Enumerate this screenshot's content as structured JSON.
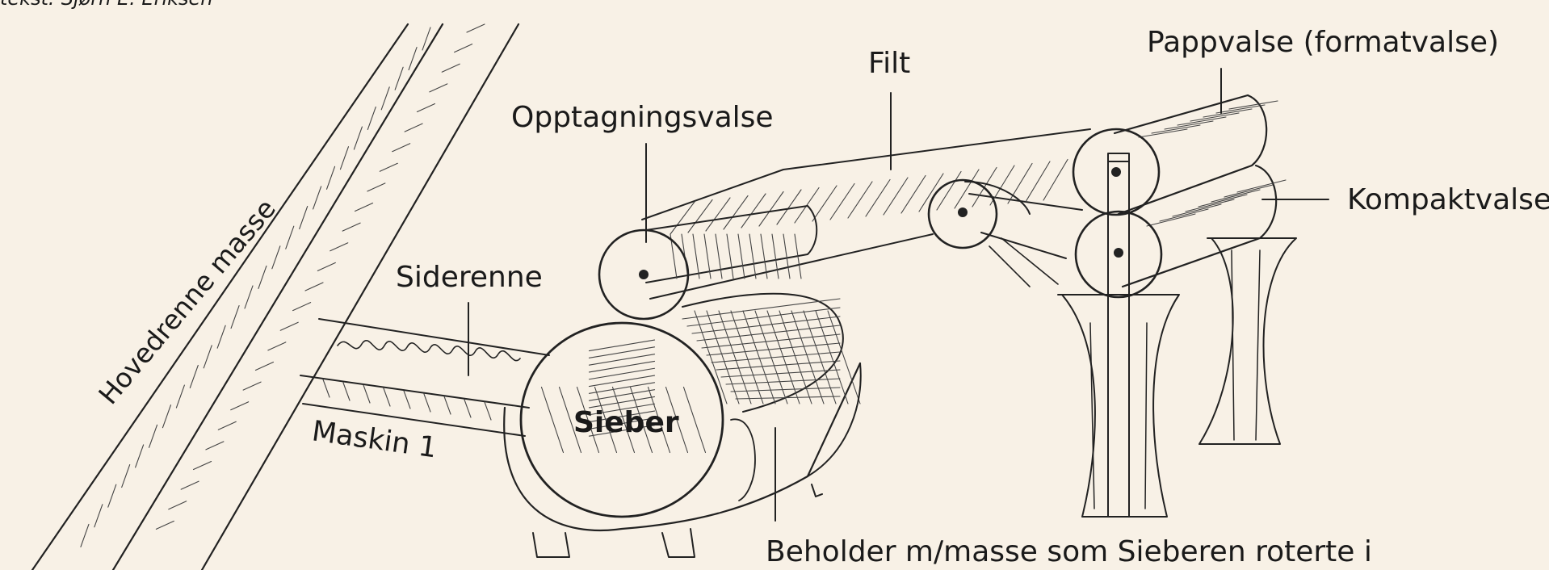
{
  "header_fragment": "tekst: Sjørn E. Eriksen",
  "labels": {
    "hovedrenne": "Hovedrenne masse",
    "siderenne": "Siderenne",
    "maskin": "Maskin 1",
    "opptagningsvalse": "Opptagningsvalse",
    "filt": "Filt",
    "pappvalse": "Pappvalse (formatvalse)",
    "kompaktvalse": "Kompaktvalse",
    "sieber": "Sieber",
    "beholder": "Beholder m/masse som Sieberen roterte i"
  },
  "colors": {
    "paper": "#f8f1e6",
    "ink": "#1a1a1a"
  }
}
